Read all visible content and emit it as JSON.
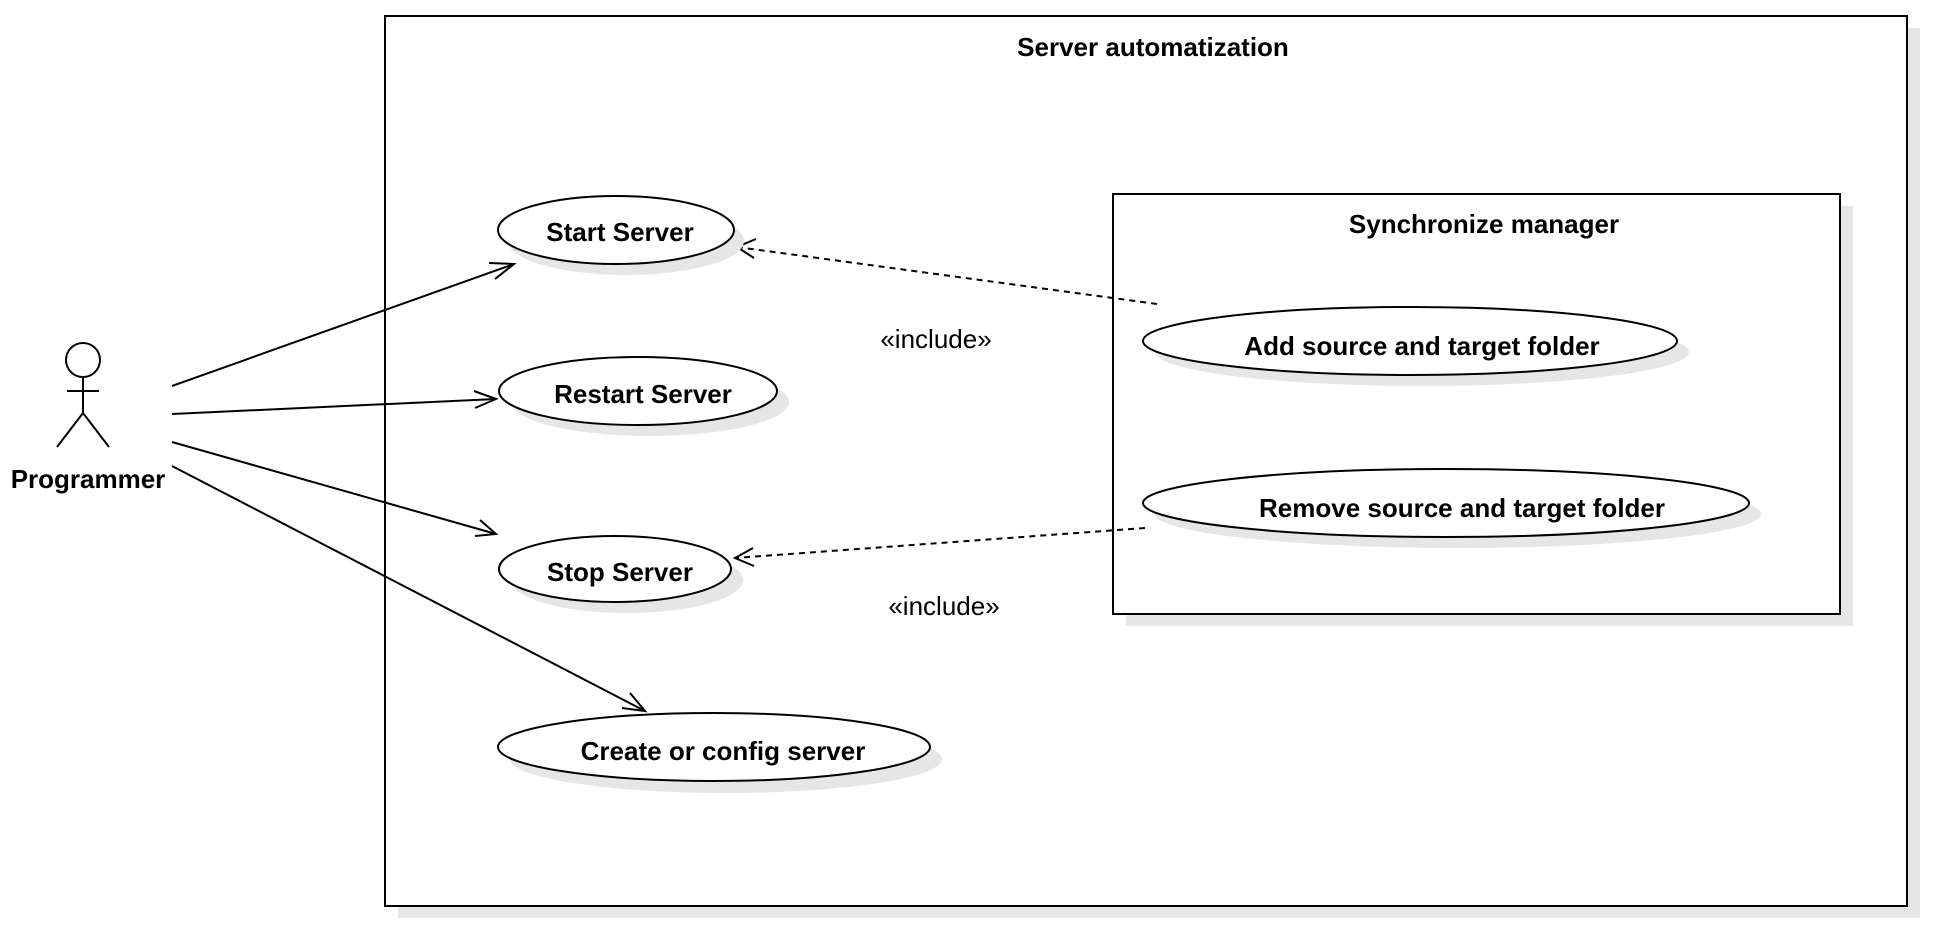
{
  "system": {
    "title": "Server automatization"
  },
  "subsystem": {
    "title": "Synchronize manager"
  },
  "actor": {
    "name": "Programmer"
  },
  "use_cases": {
    "start_server": "Start Server",
    "restart_server": "Restart Server",
    "stop_server": "Stop Server",
    "create_config_server": "Create or config server",
    "add_folder": "Add source and target folder",
    "remove_folder": "Remove source and target folder"
  },
  "relations": {
    "include_1": "«include»",
    "include_2": "«include»"
  },
  "colors": {
    "stroke": "#000000",
    "shadow": "#e6e6e6",
    "fill": "#ffffff"
  }
}
